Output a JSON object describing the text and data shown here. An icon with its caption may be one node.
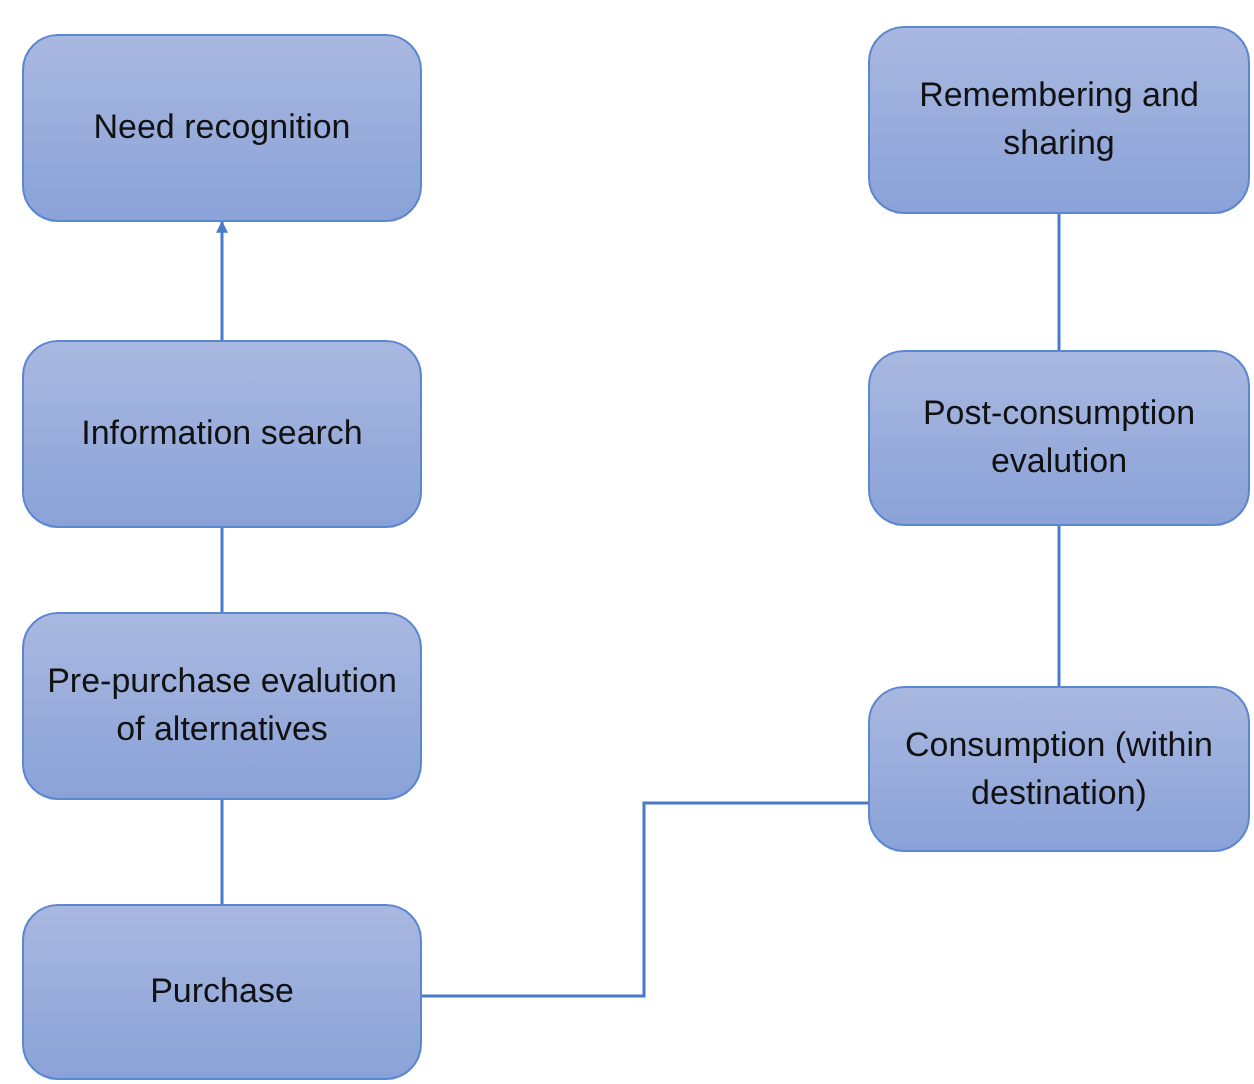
{
  "diagram": {
    "nodes": [
      {
        "text": [
          "Need recognition"
        ]
      },
      {
        "text": [
          "Remembering and sharing"
        ]
      },
      {
        "text": [
          "Information search"
        ]
      },
      {
        "text": [
          "Post-consumption evalution"
        ]
      },
      {
        "text": [
          "Pre-purchase evalution of alternatives"
        ]
      },
      {
        "text": [
          "Consumption (within destination)"
        ]
      },
      {
        "text": [
          "Purchase"
        ]
      }
    ],
    "edges": [
      {
        "from": 2,
        "to": 0,
        "arrow": "to"
      },
      {
        "from": 4,
        "to": 2,
        "arrow": "none"
      },
      {
        "from": 6,
        "to": 4,
        "arrow": "none"
      },
      {
        "from": 6,
        "to": 5,
        "arrow": "none"
      },
      {
        "from": 5,
        "to": 3,
        "arrow": "none"
      },
      {
        "from": 3,
        "to": 1,
        "arrow": "none"
      }
    ]
  }
}
